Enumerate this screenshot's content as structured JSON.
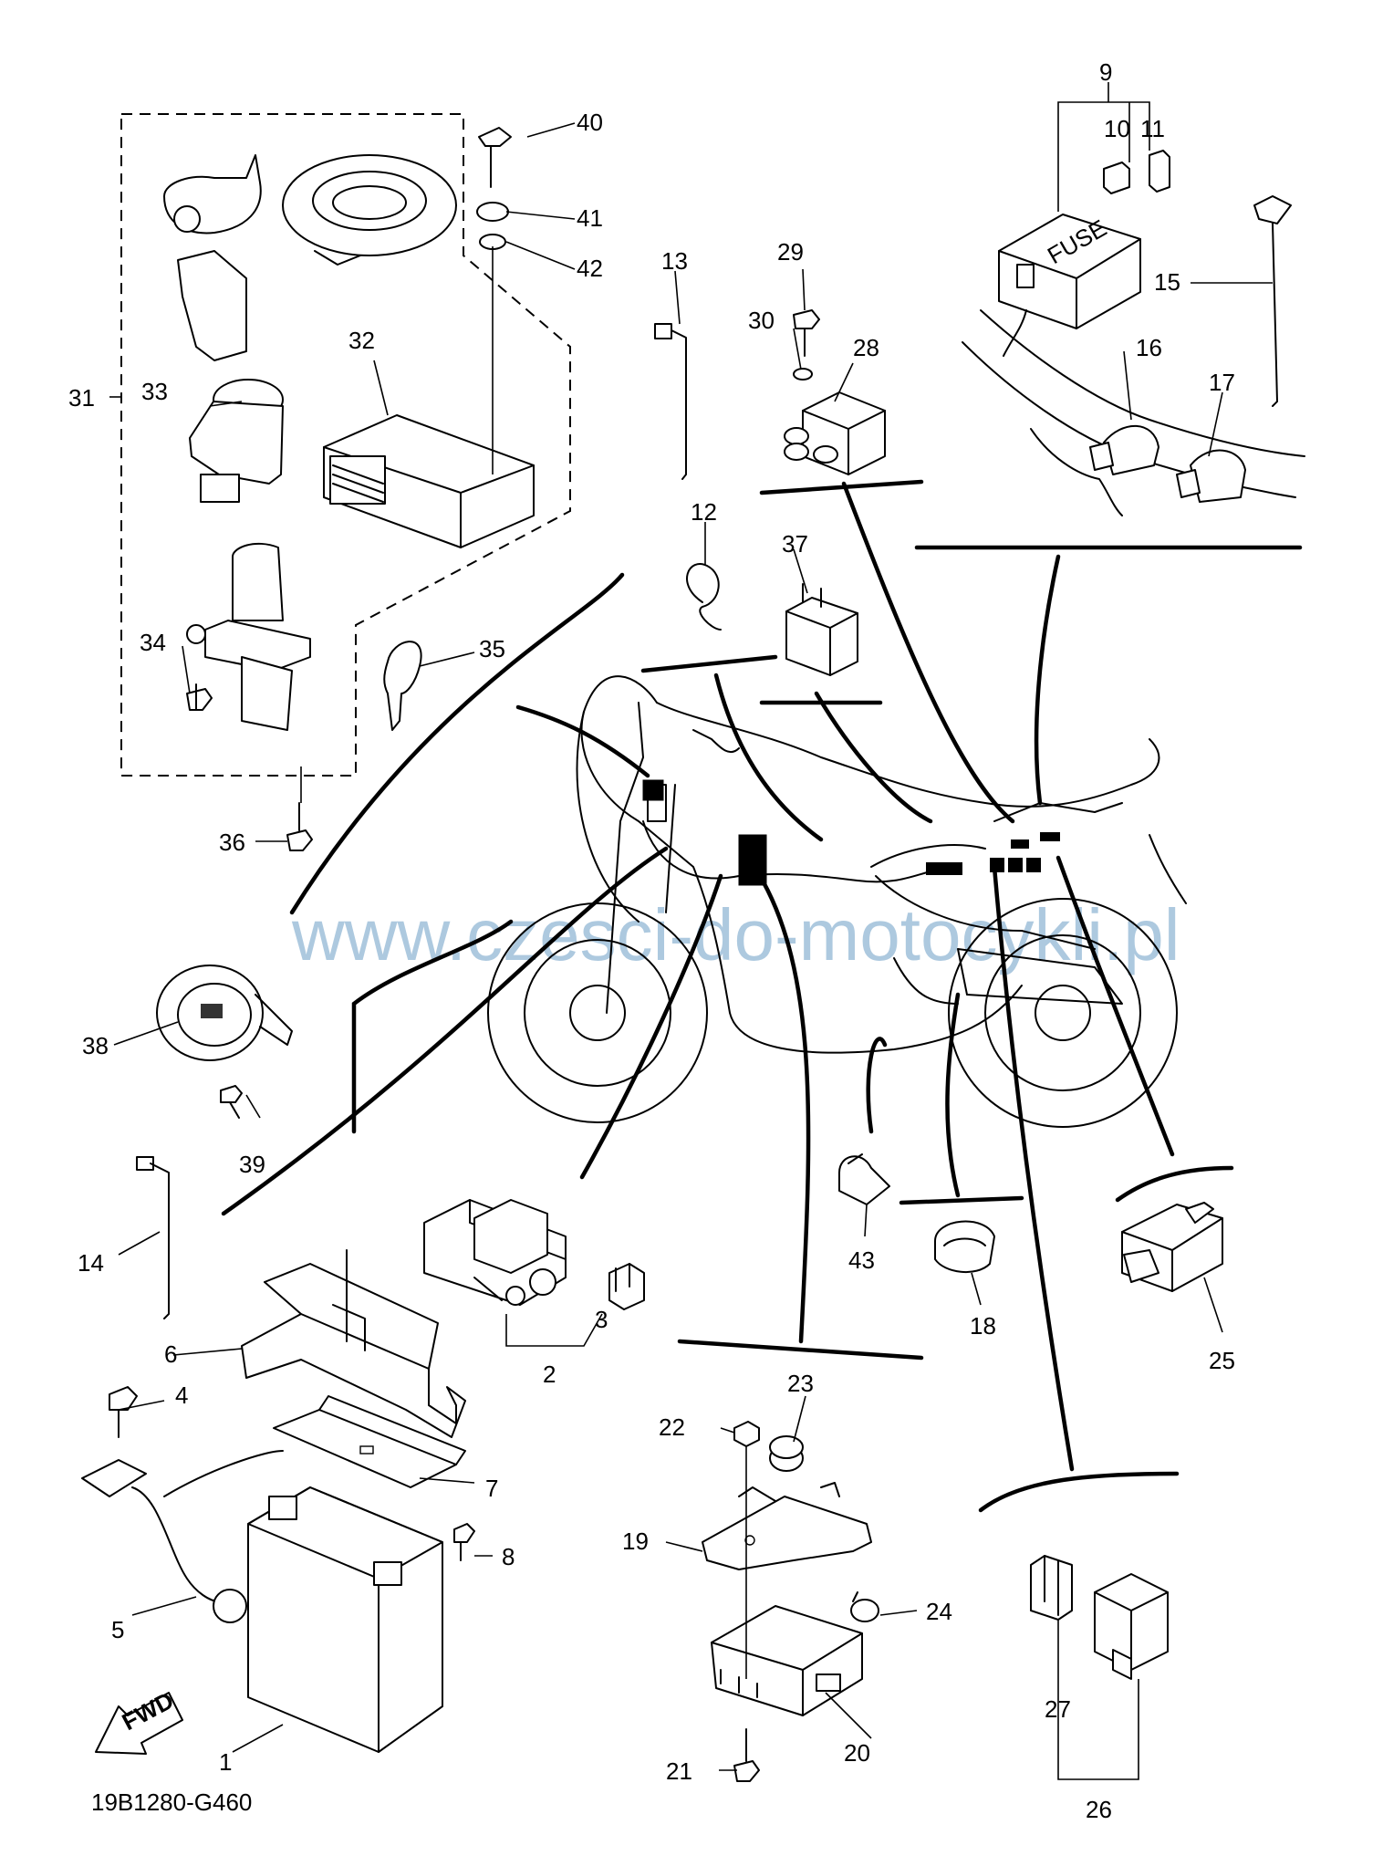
{
  "diagram": {
    "drawing_code": "19B1280-G460",
    "watermark": "www.czesci-do-motocykli.pl",
    "fwd_label": "FWD",
    "callouts": [
      {
        "id": "c1",
        "text": "1"
      },
      {
        "id": "c2",
        "text": "2"
      },
      {
        "id": "c3",
        "text": "3"
      },
      {
        "id": "c4",
        "text": "4"
      },
      {
        "id": "c5",
        "text": "5"
      },
      {
        "id": "c6",
        "text": "6"
      },
      {
        "id": "c7",
        "text": "7"
      },
      {
        "id": "c8",
        "text": "8"
      },
      {
        "id": "c9",
        "text": "9"
      },
      {
        "id": "c10",
        "text": "10"
      },
      {
        "id": "c11",
        "text": "11"
      },
      {
        "id": "c12",
        "text": "12"
      },
      {
        "id": "c13",
        "text": "13"
      },
      {
        "id": "c14",
        "text": "14"
      },
      {
        "id": "c15",
        "text": "15"
      },
      {
        "id": "c16",
        "text": "16"
      },
      {
        "id": "c17",
        "text": "17"
      },
      {
        "id": "c18",
        "text": "18"
      },
      {
        "id": "c19",
        "text": "19"
      },
      {
        "id": "c20",
        "text": "20"
      },
      {
        "id": "c21",
        "text": "21"
      },
      {
        "id": "c22",
        "text": "22"
      },
      {
        "id": "c23",
        "text": "23"
      },
      {
        "id": "c24",
        "text": "24"
      },
      {
        "id": "c25",
        "text": "25"
      },
      {
        "id": "c26",
        "text": "26"
      },
      {
        "id": "c27",
        "text": "27"
      },
      {
        "id": "c28",
        "text": "28"
      },
      {
        "id": "c29",
        "text": "29"
      },
      {
        "id": "c30",
        "text": "30"
      },
      {
        "id": "c31",
        "text": "31"
      },
      {
        "id": "c32",
        "text": "32"
      },
      {
        "id": "c33",
        "text": "33"
      },
      {
        "id": "c34",
        "text": "34"
      },
      {
        "id": "c35",
        "text": "35"
      },
      {
        "id": "c36",
        "text": "36"
      },
      {
        "id": "c37",
        "text": "37"
      },
      {
        "id": "c38",
        "text": "38"
      },
      {
        "id": "c39",
        "text": "39"
      },
      {
        "id": "c40",
        "text": "40"
      },
      {
        "id": "c41",
        "text": "41"
      },
      {
        "id": "c42",
        "text": "42"
      },
      {
        "id": "c43",
        "text": "43"
      }
    ],
    "fuse_box_label": "FUSE"
  }
}
